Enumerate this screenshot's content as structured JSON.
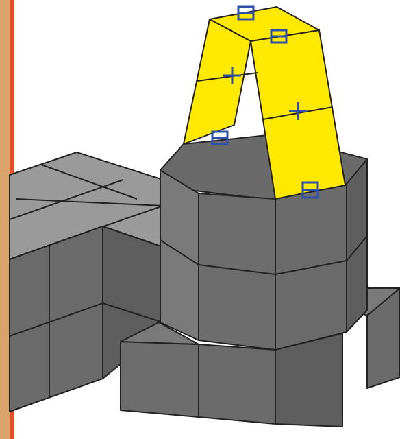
{
  "colors": {
    "background": "#ffffff",
    "block_top": "#9a9a9a",
    "block_face": "#6b6b6b",
    "block_face_dark": "#5e5e5e",
    "drum_face": "#6d6d6d",
    "drum_face_alt": "#7a7a7a",
    "drum_inner": "#6a6a6a",
    "strip_yellow": "#ffe900",
    "marker_blue": "#2f4fa8",
    "edge": "#222222",
    "side_bar_tan": "#d8a46a",
    "side_bar_red": "#e0502a"
  },
  "markers": [
    {
      "id": "top-left",
      "symbol": "minus-box"
    },
    {
      "id": "top-right",
      "symbol": "minus-box"
    },
    {
      "id": "mid-left",
      "symbol": "plus"
    },
    {
      "id": "mid-right",
      "symbol": "plus"
    },
    {
      "id": "bottom-left",
      "symbol": "minus-box"
    },
    {
      "id": "bottom-right",
      "symbol": "minus-box"
    }
  ]
}
